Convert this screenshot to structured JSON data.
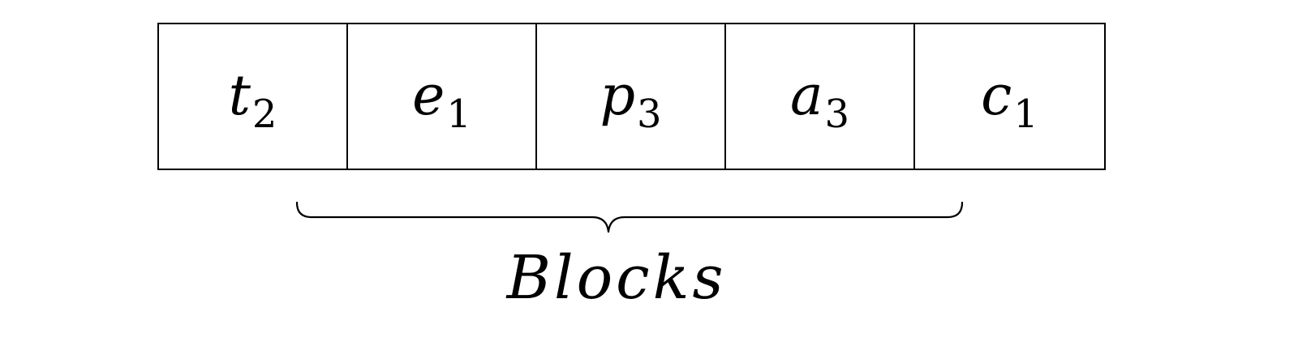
{
  "cells": [
    {
      "symbol": "t",
      "subscript": "2"
    },
    {
      "symbol": "e",
      "subscript": "1"
    },
    {
      "symbol": "p",
      "subscript": "3"
    },
    {
      "symbol": "a",
      "subscript": "3"
    },
    {
      "symbol": "c",
      "subscript": "1"
    }
  ],
  "brace": {
    "label": "Blocks"
  }
}
